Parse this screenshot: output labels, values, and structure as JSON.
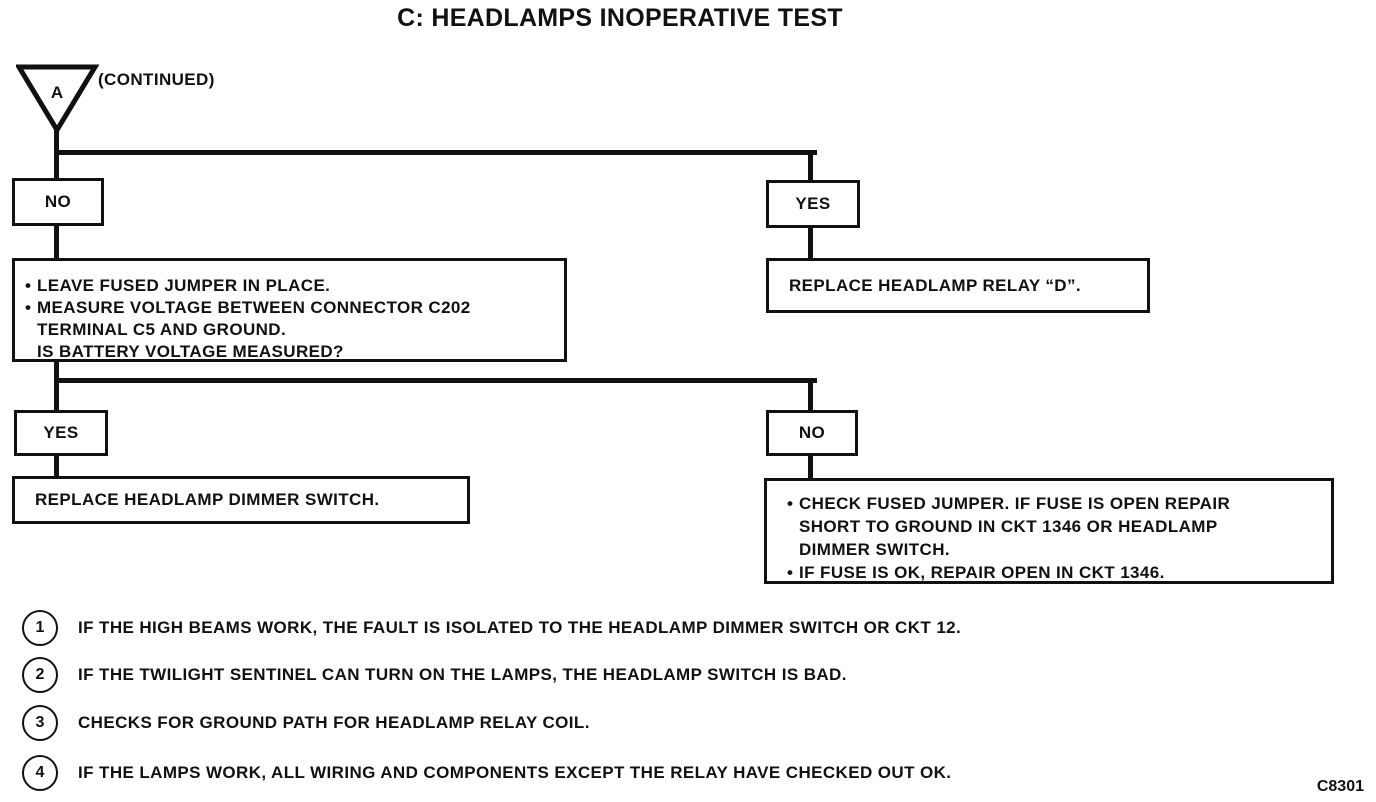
{
  "title": "C: HEADLAMPS INOPERATIVE TEST",
  "connector": {
    "label": "A",
    "note": "(CONTINUED)"
  },
  "branch1": {
    "no_label": "NO",
    "yes_label": "YES",
    "no_steps": [
      "LEAVE FUSED JUMPER IN PLACE.",
      "MEASURE VOLTAGE BETWEEN CONNECTOR C202",
      "TERMINAL C5 AND GROUND.",
      "IS BATTERY VOLTAGE MEASURED?"
    ],
    "yes_action": "REPLACE HEADLAMP RELAY “D”."
  },
  "branch2": {
    "yes_label": "YES",
    "no_label": "NO",
    "yes_action": "REPLACE HEADLAMP DIMMER SWITCH.",
    "no_steps": [
      "CHECK FUSED JUMPER. IF FUSE IS OPEN REPAIR",
      "SHORT TO GROUND IN CKT 1346 OR HEADLAMP",
      "DIMMER SWITCH.",
      "IF FUSE IS OK, REPAIR OPEN IN CKT 1346."
    ]
  },
  "notes": [
    {
      "num": "1",
      "text": "IF THE HIGH BEAMS WORK, THE FAULT IS ISOLATED TO THE HEADLAMP DIMMER SWITCH OR CKT 12."
    },
    {
      "num": "2",
      "text": "IF THE TWILIGHT SENTINEL CAN TURN ON THE LAMPS, THE HEADLAMP SWITCH IS BAD."
    },
    {
      "num": "3",
      "text": "CHECKS FOR GROUND PATH FOR HEADLAMP RELAY COIL."
    },
    {
      "num": "4",
      "text": "IF THE LAMPS WORK, ALL WIRING AND COMPONENTS EXCEPT THE RELAY HAVE CHECKED OUT OK."
    }
  ],
  "figure_code": "C8301"
}
